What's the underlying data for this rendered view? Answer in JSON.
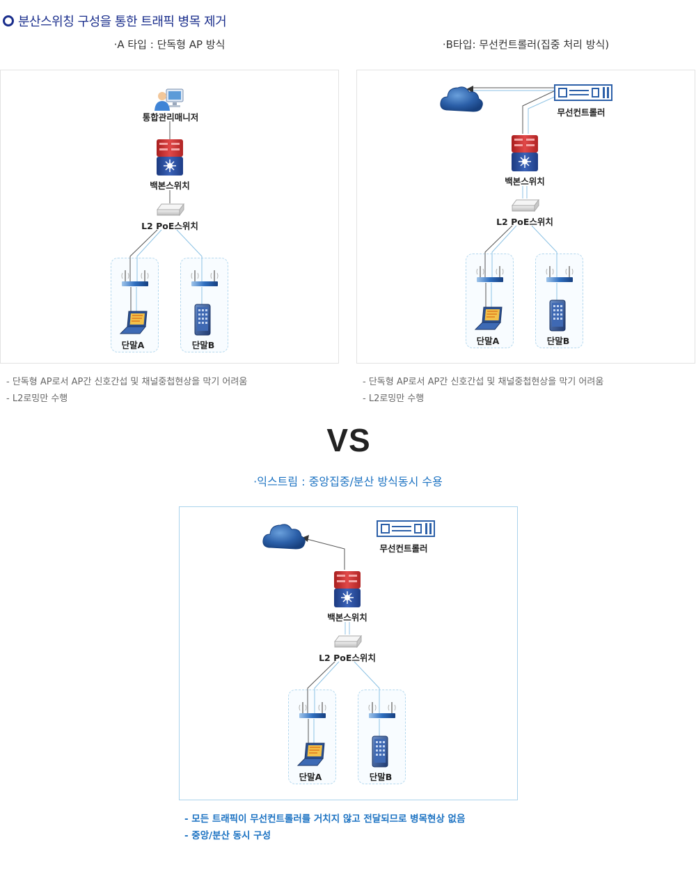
{
  "header": {
    "title": "분산스위칭 구성을 통한 트래픽 병목 제거"
  },
  "type_a": {
    "subtitle": "·A 타입 : 단독형 AP 방식",
    "labels": {
      "manager": "통합관리매니저",
      "backbone": "백본스위치",
      "l2switch": "L2 PoE스위치",
      "terminal_a": "단말A",
      "terminal_b": "단말B"
    },
    "notes": [
      "- 단독형 AP로서 AP간 신호간섭 및 채널중첩현상을 막기 어려움",
      "- L2로밍만 수행"
    ]
  },
  "type_b": {
    "subtitle": "·B타입: 무선컨트롤러(집중 처리 방식)",
    "labels": {
      "controller": "무선컨트롤러",
      "backbone": "백본스위치",
      "l2switch": "L2 PoE스위치",
      "terminal_a": "단말A",
      "terminal_b": "단말B"
    },
    "notes": [
      "- 단독형 AP로서 AP간 신호간섭 및 채널중첩현상을 막기 어려움",
      "- L2로밍만 수행"
    ]
  },
  "versus": {
    "text": "VS"
  },
  "extreme": {
    "subtitle": "·익스트림 : 중앙집중/분산 방식동시 수용",
    "labels": {
      "controller": "무선컨트롤러",
      "backbone": "백본스위치",
      "l2switch": "L2 PoE스위치",
      "terminal_a": "단말A",
      "terminal_b": "단말B"
    },
    "notes": [
      "- 모든 트래픽이 무선컨트롤러를 거치지 않고 전달되므로 병목현상 없음",
      "- 중앙/분산 동시 구성"
    ]
  },
  "colors": {
    "title": "#1a2e8c",
    "accent_blue": "#1b72c2",
    "panel_border": "#e2e2e2",
    "panel_border_blue": "#a9d2ec",
    "backbone_red": "#d63a3a",
    "backbone_blue": "#2d4f9e",
    "cloud": "#2b5fa8",
    "link_dark": "#555555",
    "link_light": "#8cc2e4"
  },
  "icons": {
    "manager": "computer-user-icon",
    "backbone": "core-switch-icon",
    "l2switch": "l2-switch-icon",
    "ap": "access-point-icon",
    "laptop": "laptop-icon",
    "tablet": "tablet-icon",
    "cloud": "cloud-icon",
    "controller": "wireless-controller-icon"
  }
}
